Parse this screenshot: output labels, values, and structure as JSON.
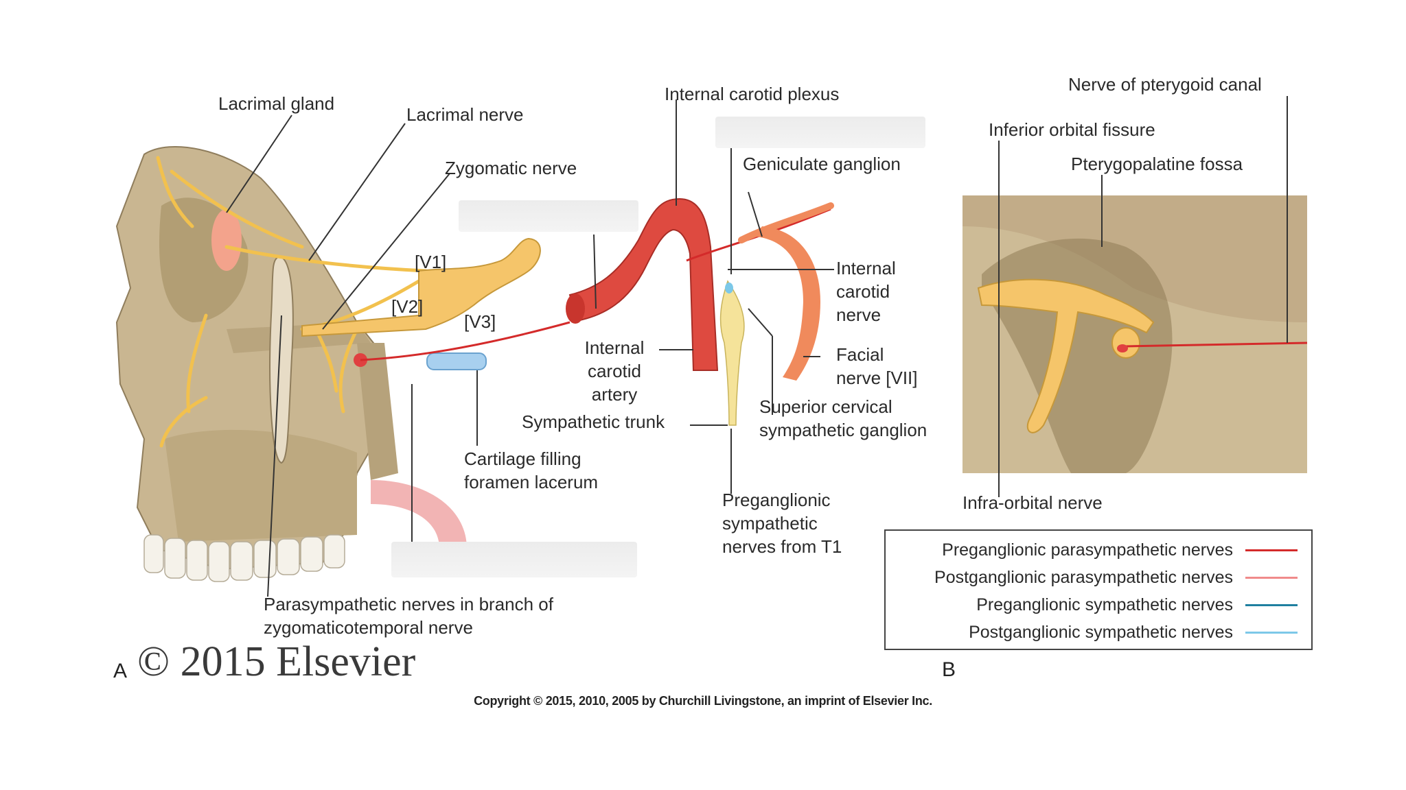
{
  "labels": {
    "lacrimal_gland": "Lacrimal gland",
    "lacrimal_nerve": "Lacrimal nerve",
    "zygomatic_nerve": "Zygomatic nerve",
    "v1": "[V1]",
    "v2": "[V2]",
    "v3": "[V3]",
    "internal_carotid_plexus": "Internal carotid plexus",
    "geniculate_ganglion": "Geniculate ganglion",
    "internal_carotid_nerve": "Internal carotid nerve",
    "facial_nerve": "Facial nerve [VII]",
    "internal_carotid_artery": "Internal carotid artery",
    "sympathetic_trunk": "Sympathetic trunk",
    "superior_cervical_ganglion": "Superior cervical sympathetic ganglion",
    "cartilage_foramen_lacerum": "Cartilage filling foramen lacerum",
    "preganglionic_sympathetic_t1": "Preganglionic sympathetic nerves from T1",
    "parasympathetic_zygomaticotemporal": "Parasympathetic nerves in branch of zygomaticotemporal nerve",
    "nerve_pterygoid_canal": "Nerve of pterygoid canal",
    "inferior_orbital_fissure": "Inferior orbital fissure",
    "pterygopalatine_fossa": "Pterygopalatine fossa",
    "infra_orbital_nerve": "Infra-orbital nerve",
    "panel_a": "A",
    "panel_b": "B"
  },
  "watermark": "© 2015 Elsevier",
  "copyright": "Copyright © 2015, 2010, 2005 by Churchill Livingstone, an imprint of Elsevier Inc.",
  "legend": [
    {
      "label": "Preganglionic parasympathetic nerves",
      "color": "#d42a2a"
    },
    {
      "label": "Postganglionic parasympathetic nerves",
      "color": "#f08a8a"
    },
    {
      "label": "Preganglionic sympathetic nerves",
      "color": "#1f7fa0"
    },
    {
      "label": "Postganglionic sympathetic nerves",
      "color": "#7cc8e8"
    }
  ],
  "colors": {
    "bone": "#c9b691",
    "nerve": "#f2c14e",
    "artery": "#d9413a",
    "facial_nerve": "#f08a5c",
    "gland": "#f3a38c",
    "fossa_bg": "#cdbb96"
  }
}
